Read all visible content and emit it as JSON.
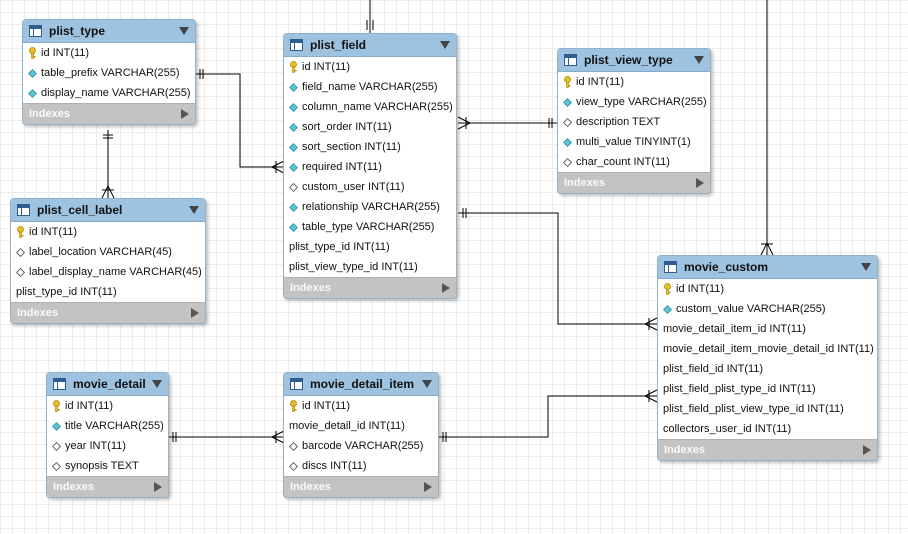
{
  "tables": [
    {
      "name": "plist_type",
      "columns": [
        {
          "icon": "key",
          "text": "id INT(11)"
        },
        {
          "icon": "diamond-filled",
          "text": "table_prefix VARCHAR(255)"
        },
        {
          "icon": "diamond-filled",
          "text": "display_name VARCHAR(255)"
        }
      ],
      "indexes_label": "Indexes"
    },
    {
      "name": "plist_cell_label",
      "columns": [
        {
          "icon": "key",
          "text": "id INT(11)"
        },
        {
          "icon": "diamond-empty",
          "text": "label_location VARCHAR(45)"
        },
        {
          "icon": "diamond-empty",
          "text": "label_display_name VARCHAR(45)"
        },
        {
          "icon": "none",
          "text": "plist_type_id INT(11)"
        }
      ],
      "indexes_label": "Indexes"
    },
    {
      "name": "plist_field",
      "columns": [
        {
          "icon": "key",
          "text": "id INT(11)"
        },
        {
          "icon": "diamond-filled",
          "text": "field_name VARCHAR(255)"
        },
        {
          "icon": "diamond-filled",
          "text": "column_name VARCHAR(255)"
        },
        {
          "icon": "diamond-filled",
          "text": "sort_order INT(11)"
        },
        {
          "icon": "diamond-filled",
          "text": "sort_section INT(11)"
        },
        {
          "icon": "diamond-filled",
          "text": "required INT(11)"
        },
        {
          "icon": "diamond-empty",
          "text": "custom_user INT(11)"
        },
        {
          "icon": "diamond-filled",
          "text": "relationship VARCHAR(255)"
        },
        {
          "icon": "diamond-filled",
          "text": "table_type VARCHAR(255)"
        },
        {
          "icon": "none",
          "text": "plist_type_id INT(11)"
        },
        {
          "icon": "none",
          "text": "plist_view_type_id INT(11)"
        }
      ],
      "indexes_label": "Indexes"
    },
    {
      "name": "plist_view_type",
      "columns": [
        {
          "icon": "key",
          "text": "id INT(11)"
        },
        {
          "icon": "diamond-filled",
          "text": "view_type VARCHAR(255)"
        },
        {
          "icon": "diamond-empty",
          "text": "description TEXT"
        },
        {
          "icon": "diamond-filled",
          "text": "multi_value TINYINT(1)"
        },
        {
          "icon": "diamond-empty",
          "text": "char_count INT(11)"
        }
      ],
      "indexes_label": "Indexes"
    },
    {
      "name": "movie_custom",
      "columns": [
        {
          "icon": "key",
          "text": "id INT(11)"
        },
        {
          "icon": "diamond-filled",
          "text": "custom_value VARCHAR(255)"
        },
        {
          "icon": "none",
          "text": "movie_detail_item_id INT(11)"
        },
        {
          "icon": "none",
          "text": "movie_detail_item_movie_detail_id INT(11)"
        },
        {
          "icon": "none",
          "text": "plist_field_id INT(11)"
        },
        {
          "icon": "none",
          "text": "plist_field_plist_type_id INT(11)"
        },
        {
          "icon": "none",
          "text": "plist_field_plist_view_type_id INT(11)"
        },
        {
          "icon": "none",
          "text": "collectors_user_id INT(11)"
        }
      ],
      "indexes_label": "Indexes"
    },
    {
      "name": "movie_detail",
      "columns": [
        {
          "icon": "key",
          "text": "id INT(11)"
        },
        {
          "icon": "diamond-filled",
          "text": "title VARCHAR(255)"
        },
        {
          "icon": "diamond-empty",
          "text": "year INT(11)"
        },
        {
          "icon": "diamond-empty",
          "text": "synopsis TEXT"
        }
      ],
      "indexes_label": "Indexes"
    },
    {
      "name": "movie_detail_item",
      "columns": [
        {
          "icon": "key",
          "text": "id INT(11)"
        },
        {
          "icon": "none",
          "text": "movie_detail_id INT(11)"
        },
        {
          "icon": "diamond-empty",
          "text": "barcode VARCHAR(255)"
        },
        {
          "icon": "diamond-empty",
          "text": "discs INT(11)"
        }
      ],
      "indexes_label": "Indexes"
    }
  ],
  "colors": {
    "header": "#9dc3e0",
    "indexes_bar": "#c3c3c3",
    "key_icon": "#e8c020",
    "diamond_filled": "#5cc3d3",
    "connector": "#000000"
  }
}
